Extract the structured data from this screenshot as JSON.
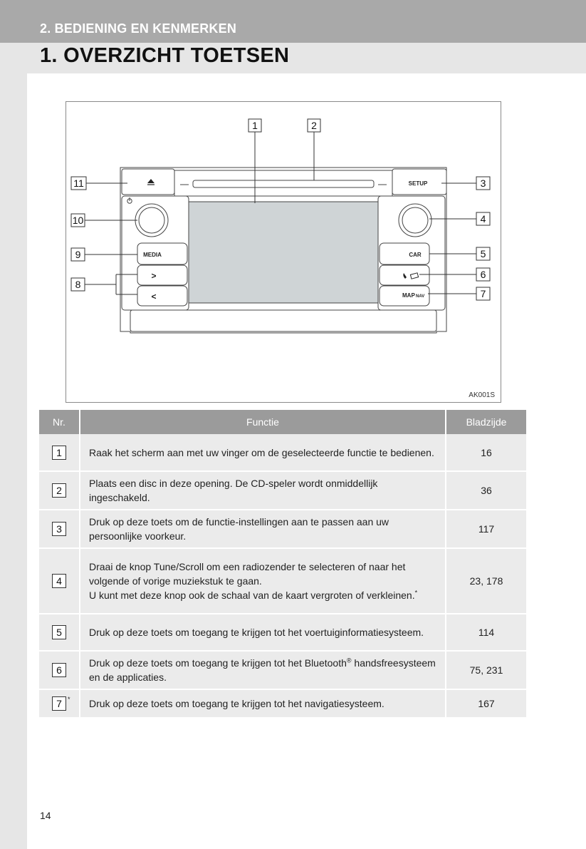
{
  "header": {
    "chapter": "2. BEDIENING EN KENMERKEN",
    "section": "1. OVERZICHT TOETSEN"
  },
  "figure": {
    "code": "AK001S",
    "callouts": [
      "1",
      "2",
      "3",
      "4",
      "5",
      "6",
      "7",
      "8",
      "9",
      "10",
      "11"
    ],
    "button_labels": {
      "setup": "SETUP",
      "media": "MEDIA",
      "next": ">",
      "prev": "<",
      "car": "CAR",
      "map": "MAP",
      "nav": "NAV",
      "eject": "▲"
    }
  },
  "table": {
    "headers": {
      "nr": "Nr.",
      "function": "Functie",
      "page": "Bladzijde"
    },
    "rows": [
      {
        "nr": "1",
        "text": "Raak het scherm aan met uw vinger om de geselecteerde functie te bedienen.",
        "page": "16"
      },
      {
        "nr": "2",
        "text": "Plaats een disc in deze opening. De CD-speler wordt onmiddellijk ingeschakeld.",
        "page": "36"
      },
      {
        "nr": "3",
        "text": "Druk op deze toets om de functie-instellingen aan te passen aan uw persoonlijke voorkeur.",
        "page": "117"
      },
      {
        "nr": "4",
        "text": "Draai de knop Tune/Scroll om een radiozender te selecteren of naar het volgende of vorige muziekstuk te gaan.",
        "text2": "U kunt met deze knop ook de schaal van de kaart vergroten of verkleinen.",
        "note": "*",
        "page": "23, 178"
      },
      {
        "nr": "5",
        "text": "Druk op deze toets om toegang te krijgen tot het voertuiginformatiesysteem.",
        "page": "114"
      },
      {
        "nr": "6",
        "text": "Druk op deze toets om toegang te krijgen tot het Bluetooth",
        "reg": "®",
        "text_after": " handsfreesysteem en de applicaties.",
        "page": "75, 231"
      },
      {
        "nr": "7",
        "nr_note": "*",
        "text": "Druk op deze toets om toegang te krijgen tot het navigatiesysteem.",
        "page": "167"
      }
    ]
  },
  "page_number": "14"
}
